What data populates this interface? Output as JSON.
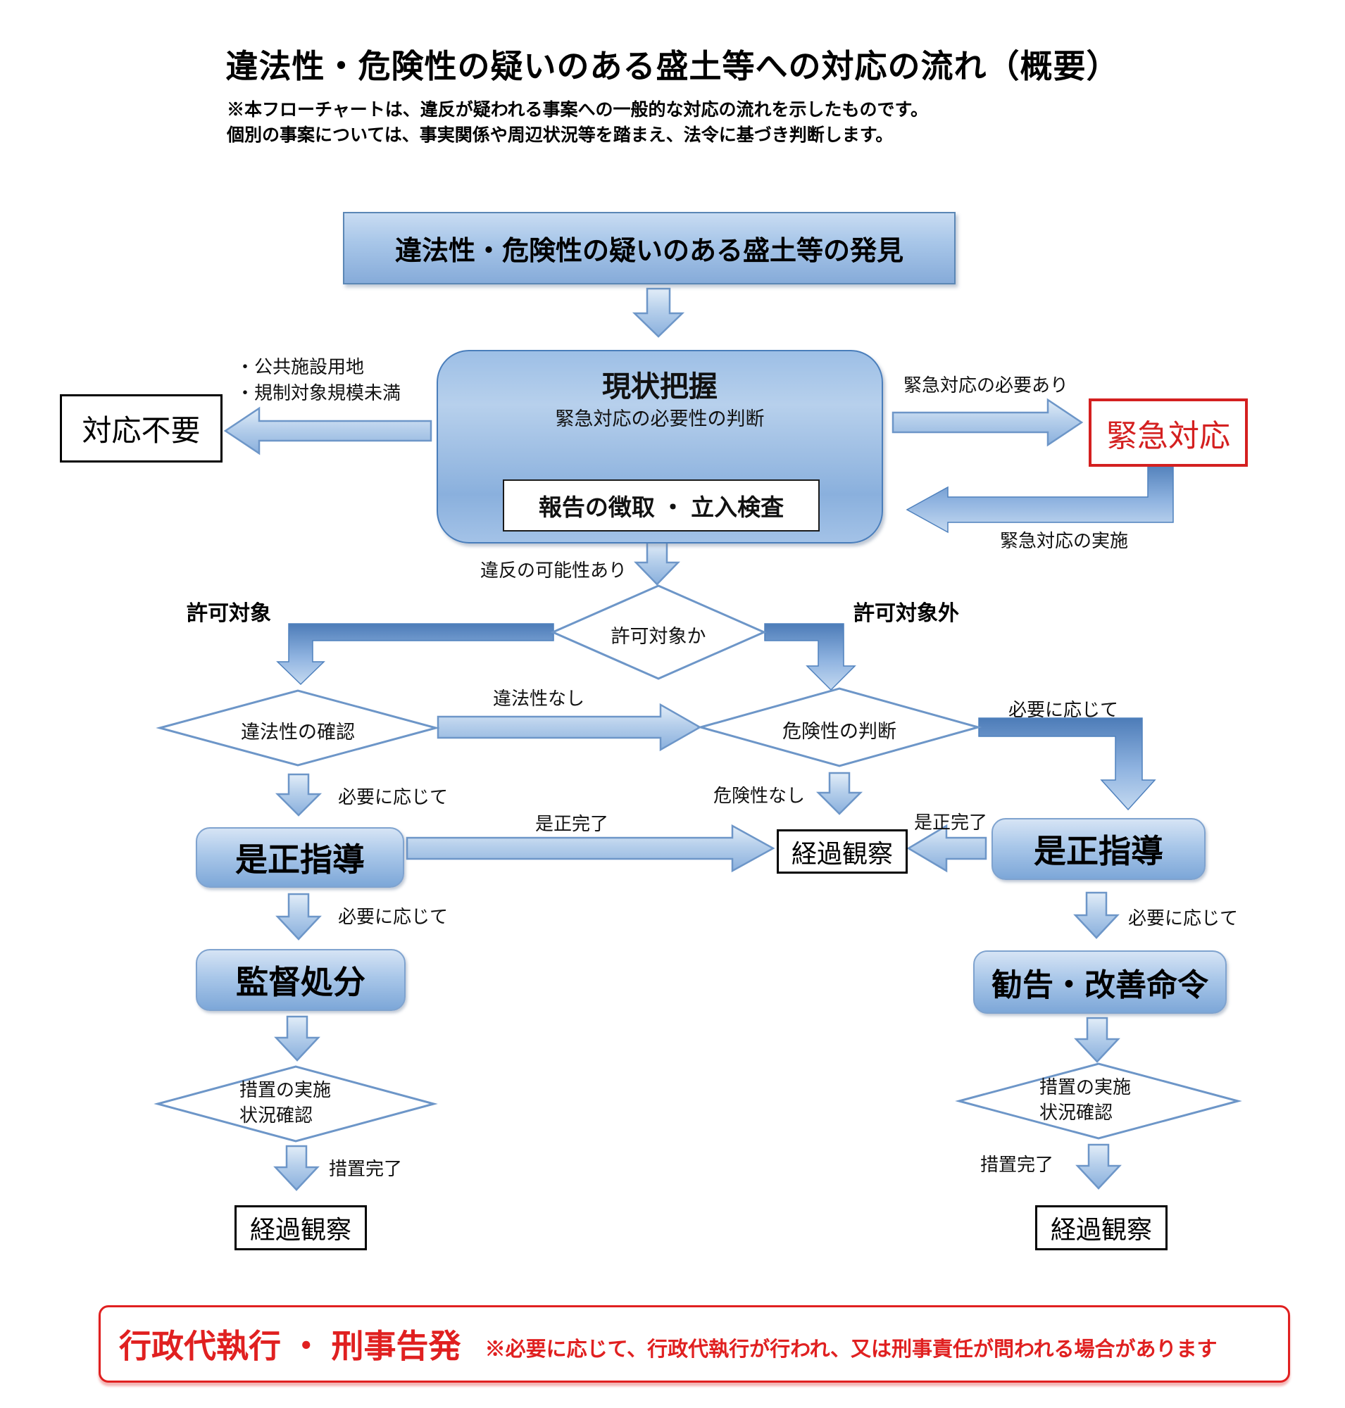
{
  "title": "違法性・危険性の疑いのある盛土等への対応の流れ（概要）",
  "notes": [
    "※本フローチャートは、違反が疑われる事案への一般的な対応の流れを示したものです。",
    "個別の事案については、事実関係や周辺状況等を踏まえ、法令に基づき判断します。"
  ],
  "nodes": {
    "discovery": "違法性・危険性の疑いのある盛土等の発見",
    "current_state": {
      "title": "現状把握",
      "subtitle": "緊急対応の必要性の判断",
      "inner": "報告の徴取 ・ 立入検査"
    },
    "no_action": "対応不要",
    "emergency": "緊急対応",
    "permit_decision": "許可対象か",
    "illegality_check": "違法性の確認",
    "danger_check": "危険性の判断",
    "correction_left": "是正指導",
    "correction_right": "是正指導",
    "observation_mid": "経過観察",
    "supervision": "監督処分",
    "recommendation_order": "勧告・改善命令",
    "measure_status_line1": "措置の実施",
    "measure_status_line2": "状況確認",
    "observation_bottom_left": "経過観察",
    "observation_bottom_right": "経過観察",
    "enforcement": {
      "title": "行政代執行 ・ 刑事告発",
      "note": "※必要に応じて、行政代執行が行われ、又は刑事責任が問われる場合があります"
    }
  },
  "edge_labels": {
    "public_land": "・公共施設用地",
    "below_scale": "・規制対象規模未満",
    "emergency_needed": "緊急対応の必要あり",
    "emergency_implemented": "緊急対応の実施",
    "violation_possible": "違反の可能性あり",
    "permit_target": "許可対象",
    "permit_outside": "許可対象外",
    "no_illegality": "違法性なし",
    "as_needed": "必要に応じて",
    "no_danger": "危険性なし",
    "correction_done": "是正完了",
    "measure_done": "措置完了"
  },
  "colors": {
    "accent_blue": "#4f81bd",
    "outline_blue": "#6d96c8",
    "alert_red": "#d42020",
    "text": "#111111"
  }
}
